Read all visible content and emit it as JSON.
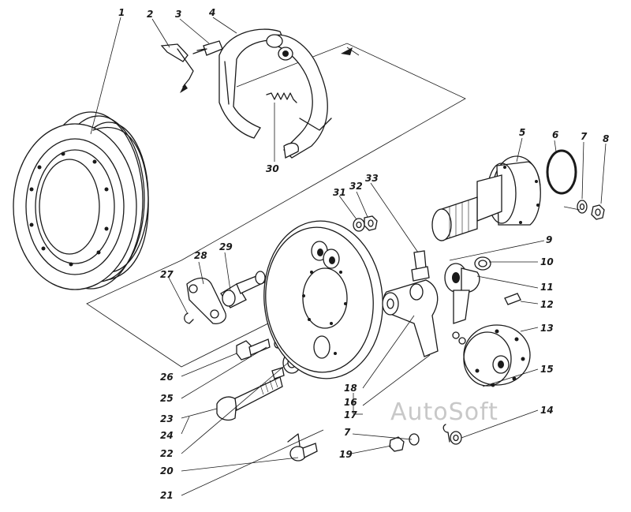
{
  "watermark": "AutoSoft",
  "callouts": {
    "c1": "1",
    "c2": "2",
    "c3": "3",
    "c4": "4",
    "c5": "5",
    "c6": "6",
    "c7a": "7",
    "c7b": "7",
    "c8": "8",
    "c9": "9",
    "c10": "10",
    "c11": "11",
    "c12": "12",
    "c13": "13",
    "c14": "14",
    "c15": "15",
    "c16": "16",
    "c17": "17",
    "c18": "18",
    "c19": "19",
    "c20": "20",
    "c21": "21",
    "c22": "22",
    "c23": "23",
    "c24": "24",
    "c25": "25",
    "c26": "26",
    "c27": "27",
    "c28": "28",
    "c29": "29",
    "c30": "30",
    "c31": "31",
    "c32": "32",
    "c33": "33"
  }
}
